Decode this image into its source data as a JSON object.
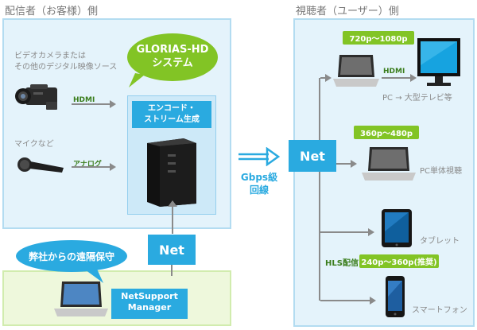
{
  "left": {
    "title": "配信者（お客様）側",
    "video_source_label": [
      "ビデオカメラまたは",
      "その他のデジタル映像ソース"
    ],
    "hdmi_label": "HDMI",
    "mic_label": "マイクなど",
    "analog_label": "アナログ",
    "bubble": [
      "GLORIAS-HD",
      "システム"
    ],
    "encode_label": [
      "エンコード・",
      "ストリーム生成"
    ],
    "net_label": "Net",
    "remote_bubble": "弊社からの遠隔保守",
    "netsupport_label": [
      "NetSupport",
      "Manager"
    ]
  },
  "middle": {
    "gbps_label": [
      "Gbps級",
      "回線"
    ]
  },
  "right": {
    "title": "視聴者（ユーザー）側",
    "net_label": "Net",
    "res_badge_1": "720p～1080p",
    "hdmi_label": "HDMI",
    "pc_tv_label": "PC → 大型テレビ等",
    "res_badge_2": "360p～480p",
    "pc_label": "PC単体視聴",
    "tablet_label": "タブレット",
    "hls_label": "HLS配信",
    "res_badge_3": "240p～360p(推奨)",
    "phone_label": "スマートフォン"
  },
  "colors": {
    "blue": "#2aaae0",
    "green": "#82c425",
    "panel_blue": "#e4f3fb",
    "panel_green": "#eef8dc"
  },
  "icons": [
    "video-camera-icon",
    "microphone-icon",
    "server-icon",
    "laptop-icon",
    "monitor-icon",
    "tablet-icon",
    "smartphone-icon",
    "arrow-icon"
  ]
}
